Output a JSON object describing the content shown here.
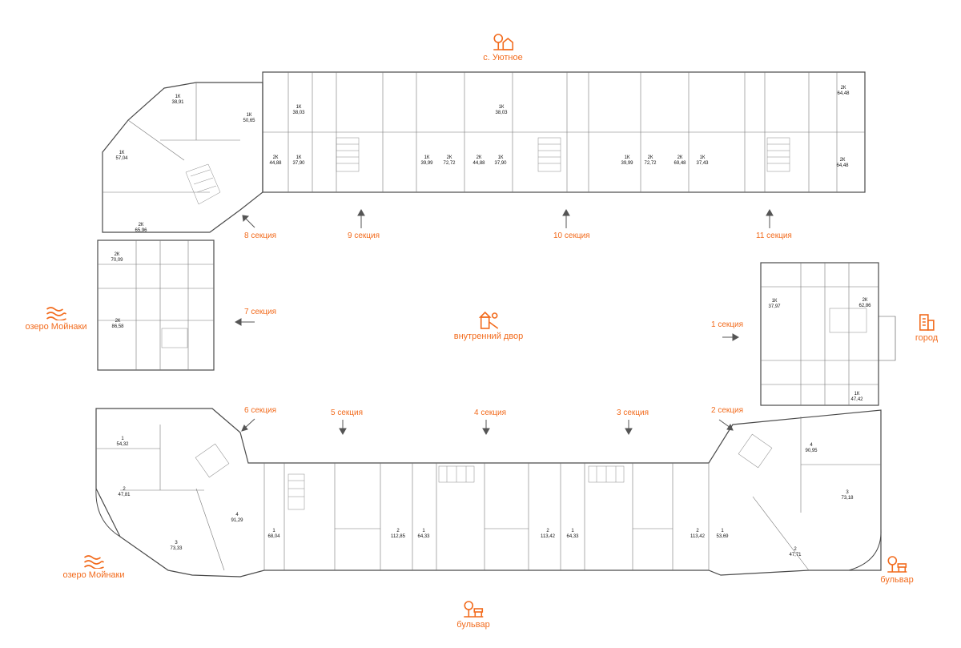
{
  "colors": {
    "accent": "#f26b1d",
    "wall": "#4a4a4a",
    "text": "#111111"
  },
  "places": {
    "top": "с. Уютное",
    "left_lake": "озеро Мойнаки",
    "bottom_left_lake": "озеро Мойнаки",
    "center": "внутренний двор",
    "right": "город",
    "bottom": "бульвар",
    "bottom_right": "бульвар"
  },
  "icons": {
    "top": "house-tree-icon",
    "left_lake": "lake-icon",
    "bottom_left_lake": "lake-icon",
    "center": "playground-icon",
    "right": "city-building-icon",
    "bottom": "boulevard-icon",
    "bottom_right": "boulevard-icon"
  },
  "sections": {
    "s1": "1 секция",
    "s2": "2 секция",
    "s3": "3 секция",
    "s4": "4 секция",
    "s5": "5 секция",
    "s6": "6 секция",
    "s7": "7 секция",
    "s8": "8 секция",
    "s9": "9 секция",
    "s10": "10 секция",
    "s11": "11 секция"
  },
  "apartments": [
    {
      "type": "1К",
      "area": "38,91"
    },
    {
      "type": "1К",
      "area": "38,03"
    },
    {
      "type": "1К",
      "area": "50,65"
    },
    {
      "type": "1К",
      "area": "38,03"
    },
    {
      "type": "2К",
      "area": "64,48"
    },
    {
      "type": "1К",
      "area": "57,04"
    },
    {
      "type": "2К",
      "area": "65,96"
    },
    {
      "type": "2К",
      "area": "44,88"
    },
    {
      "type": "1К",
      "area": "37,90"
    },
    {
      "type": "1К",
      "area": "39,99"
    },
    {
      "type": "2К",
      "area": "72,72"
    },
    {
      "type": "2К",
      "area": "44,88"
    },
    {
      "type": "1К",
      "area": "37,90"
    },
    {
      "type": "1К",
      "area": "39,99"
    },
    {
      "type": "2К",
      "area": "72,72"
    },
    {
      "type": "2К",
      "area": "69,48"
    },
    {
      "type": "1К",
      "area": "37,43"
    },
    {
      "type": "2К",
      "area": "64,48"
    },
    {
      "type": "2К",
      "area": "70,09"
    },
    {
      "type": "2К",
      "area": "86,58"
    },
    {
      "type": "1К",
      "area": "37,97"
    },
    {
      "type": "2К",
      "area": "62,86"
    },
    {
      "type": "1К",
      "area": "47,42"
    },
    {
      "type": "1",
      "area": "54,32"
    },
    {
      "type": "2",
      "area": "47,81"
    },
    {
      "type": "4",
      "area": "91,29"
    },
    {
      "type": "3",
      "area": "73,33"
    },
    {
      "type": "1",
      "area": "68,04"
    },
    {
      "type": "2",
      "area": "112,85"
    },
    {
      "type": "1",
      "area": "64,33"
    },
    {
      "type": "2",
      "area": "113,42"
    },
    {
      "type": "1",
      "area": "64,33"
    },
    {
      "type": "2",
      "area": "113,42"
    },
    {
      "type": "1",
      "area": "53,69"
    },
    {
      "type": "4",
      "area": "90,95"
    },
    {
      "type": "3",
      "area": "73,18"
    },
    {
      "type": "2",
      "area": "47,71"
    }
  ]
}
